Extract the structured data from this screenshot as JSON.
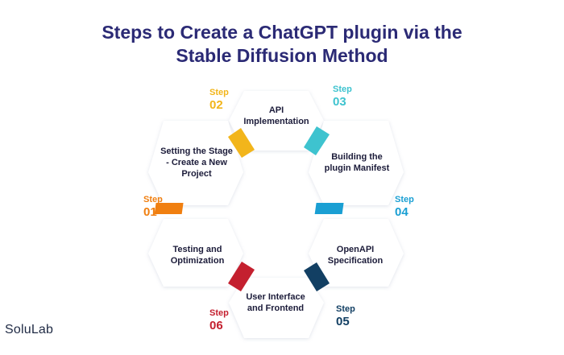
{
  "title": {
    "line1": "Steps to Create a ChatGPT plugin via the",
    "line2": "Stable Diffusion Method"
  },
  "steps": [
    {
      "label": "Step",
      "number": "01",
      "text_lines": [
        "Setting the Stage",
        "- Create a New",
        "Project"
      ],
      "color": "#f07f10"
    },
    {
      "label": "Step",
      "number": "02",
      "text_lines": [
        "API",
        "Implementation"
      ],
      "color": "#f2b51b"
    },
    {
      "label": "Step",
      "number": "03",
      "text_lines": [
        "Building the",
        "plugin Manifest"
      ],
      "color": "#3ec3cf"
    },
    {
      "label": "Step",
      "number": "04",
      "text_lines": [
        "OpenAPI",
        "Specification"
      ],
      "color": "#1a9fd3"
    },
    {
      "label": "Step",
      "number": "05",
      "text_lines": [
        "User Interface",
        "and Frontend"
      ],
      "color": "#123f63"
    },
    {
      "label": "Step",
      "number": "06",
      "text_lines": [
        "Testing and",
        "Optimization"
      ],
      "color": "#c4202f"
    }
  ],
  "brand": "SoluLab"
}
